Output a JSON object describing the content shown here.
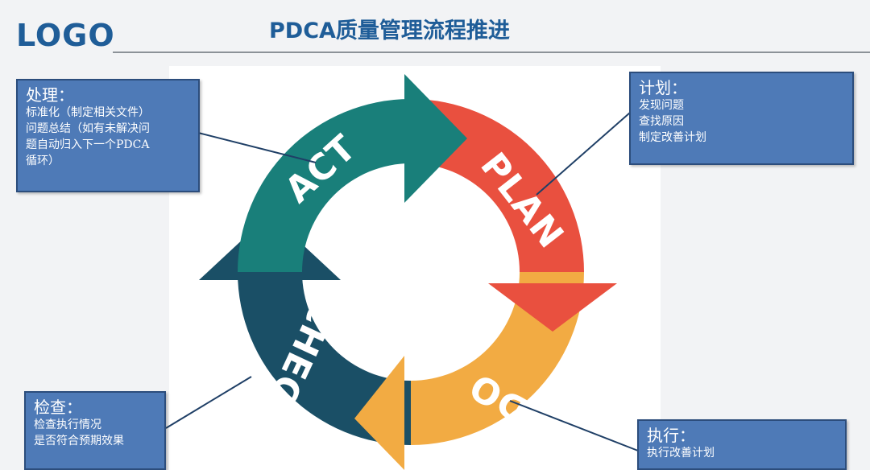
{
  "header": {
    "logo": "LOGO",
    "title": "PDCA质量管理流程推进"
  },
  "cycle": {
    "act_label": "ACT",
    "plan_label": "PLAN",
    "do_label": "DO",
    "check_label": "CHECK",
    "colors": {
      "act": "#197f7a",
      "plan": "#e9503f",
      "do": "#f2ab43",
      "check": "#1a4f66",
      "box": "#4e7ab7"
    }
  },
  "boxes": {
    "act": {
      "heading": "处理：",
      "lines": [
        "标准化（制定相关文件）",
        "问题总结（如有未解决问",
        "题自动归入下一个PDCA",
        "循环）"
      ]
    },
    "plan": {
      "heading": "计划：",
      "lines": [
        "发现问题",
        "查找原因",
        "制定改善计划"
      ]
    },
    "check": {
      "heading": "检查：",
      "lines": [
        "检查执行情况",
        "是否符合预期效果"
      ]
    },
    "do": {
      "heading": "执行：",
      "lines": [
        "执行改善计划"
      ]
    }
  }
}
